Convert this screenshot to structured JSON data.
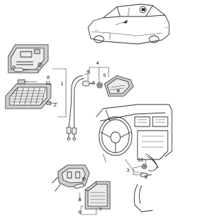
{
  "diagram": {
    "callouts": [
      "1",
      "2",
      "3",
      "4",
      "5",
      "6",
      "7",
      "8",
      "9",
      "10",
      "11"
    ]
  },
  "colors": {
    "ink": "#2b2b2b",
    "background": "#ffffff"
  }
}
